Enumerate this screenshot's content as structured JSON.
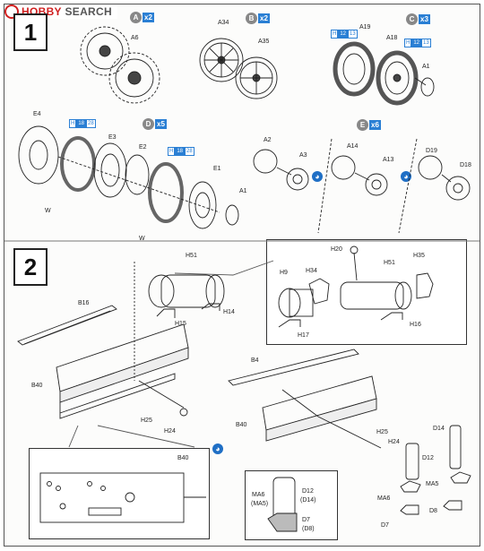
{
  "watermark": {
    "brand": "HOBBY",
    "suffix": "SEARCH"
  },
  "step1": {
    "number": "1",
    "groups": [
      {
        "letter": "A",
        "qty": "x2"
      },
      {
        "letter": "B",
        "qty": "x2"
      },
      {
        "letter": "C",
        "qty": "x3"
      },
      {
        "letter": "D",
        "qty": "x5"
      },
      {
        "letter": "E",
        "qty": "x6"
      }
    ],
    "labels": [
      "A6",
      "A34",
      "A35",
      "A19",
      "A18",
      "A1",
      "E4",
      "E3",
      "E2",
      "E1",
      "A1",
      "W",
      "W",
      "A2",
      "A3",
      "A14",
      "A13",
      "D19",
      "D18"
    ],
    "tags": [
      {
        "a": "H",
        "b": "12",
        "c": "13"
      },
      {
        "a": "H",
        "b": "12",
        "c": "13"
      },
      {
        "a": "H",
        "b": "18",
        "c": "28"
      },
      {
        "a": "H",
        "b": "18",
        "c": "28"
      }
    ]
  },
  "step2": {
    "number": "2",
    "labels": [
      "H51",
      "H14",
      "H15",
      "B16",
      "B40",
      "H25",
      "H24",
      "B4",
      "B40",
      "H25",
      "H24",
      "D14",
      "D12",
      "MA6",
      "MA5",
      "D7",
      "D8"
    ],
    "inset1_labels": [
      "H20",
      "H35",
      "H51",
      "H9",
      "H34",
      "H17",
      "H16"
    ],
    "inset2_labels": [
      "B40"
    ],
    "inset3_labels": [
      "MA6",
      "(MA5)",
      "D12",
      "(D14)",
      "D7",
      "(D8)"
    ]
  },
  "colors": {
    "accent": "#2a7fd4",
    "ink": "#222222"
  }
}
